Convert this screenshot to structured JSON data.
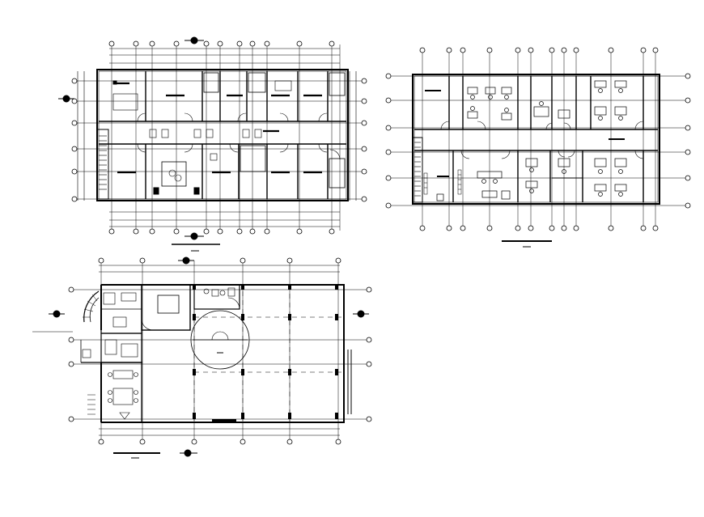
{
  "drawing": {
    "kind": "architectural floor plans",
    "plans": [
      {
        "id": "plan-top-left",
        "orientation": "horizontal",
        "has_stair": true,
        "column_grid_lines": 12
      },
      {
        "id": "plan-top-right",
        "orientation": "horizontal",
        "has_stair": true,
        "column_grid_lines": 15
      },
      {
        "id": "plan-bottom-left",
        "orientation": "horizontal",
        "has_stair": true,
        "has_spiral_stair": true,
        "column_grid_lines": 7
      }
    ],
    "colors": {
      "line": "#000000",
      "background": "#ffffff"
    },
    "labels": {
      "title_top_left": "",
      "title_top_right": "",
      "title_bottom_left": ""
    }
  }
}
